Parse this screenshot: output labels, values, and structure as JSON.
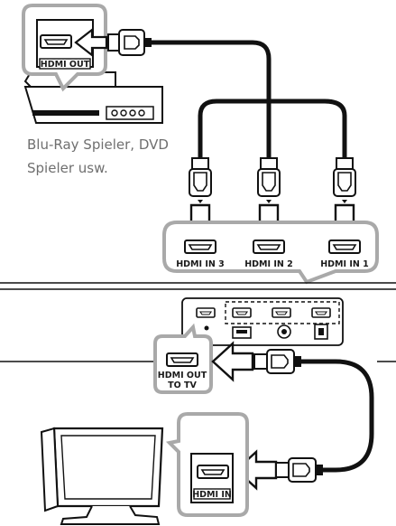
{
  "source_device": {
    "port_label": "HDMI OUT",
    "caption_line1": "Blu-Ray Spieler, DVD",
    "caption_line2": "Spieler usw."
  },
  "soundbar_inputs": {
    "port_labels": [
      "HDMI IN 3",
      "HDMI IN 2",
      "HDMI IN 1"
    ]
  },
  "soundbar_output": {
    "label_line1": "HDMI OUT",
    "label_line2": "TO TV"
  },
  "tv": {
    "port_label": "HDMI IN"
  },
  "colors": {
    "callout_border": "#a9a9a9",
    "cable": "#111111",
    "arrow_fill": "#ffffff"
  }
}
